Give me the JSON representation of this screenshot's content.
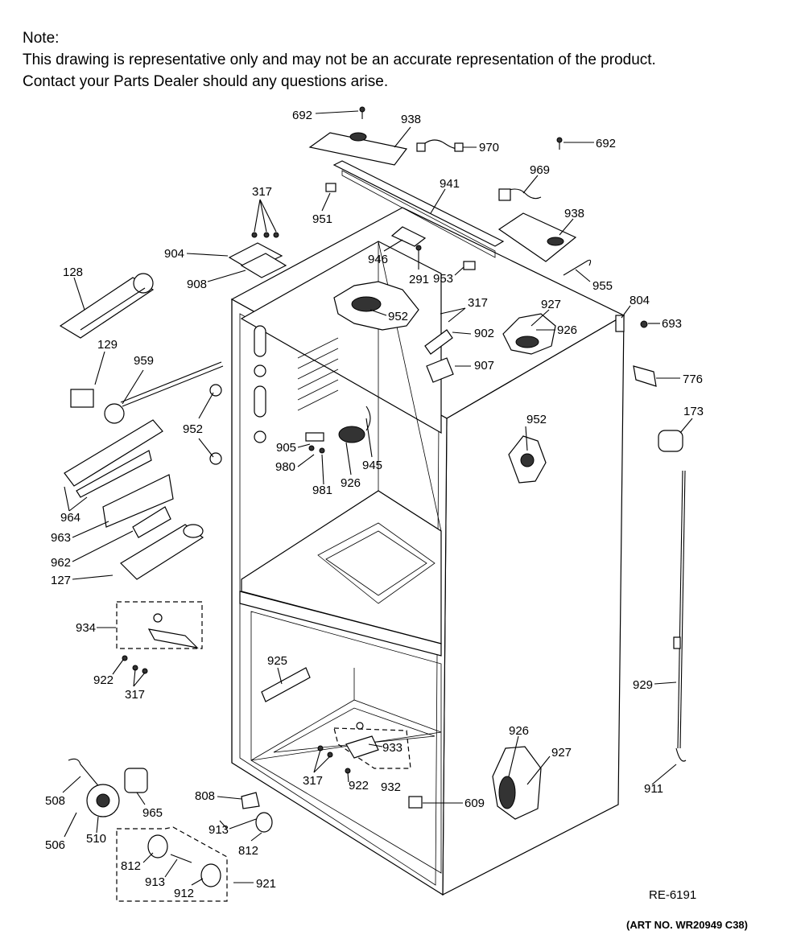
{
  "note": {
    "heading": "Note:",
    "line1": "This drawing is representative only and may not be an accurate representation of the product.",
    "line2": "Contact your Parts Dealer should any questions arise."
  },
  "callouts": {
    "c692a": "692",
    "c938a": "938",
    "c970": "970",
    "c692b": "692",
    "c969": "969",
    "c941": "941",
    "c317a": "317",
    "c951": "951",
    "c938b": "938",
    "c904": "904",
    "c946": "946",
    "c291": "291",
    "c953": "953",
    "c955": "955",
    "c908": "908",
    "c128": "128",
    "c952a": "952",
    "c317b": "317",
    "c927a": "927",
    "c804": "804",
    "c902": "902",
    "c926a": "926",
    "c693": "693",
    "c129": "129",
    "c959": "959",
    "c907": "907",
    "c776": "776",
    "c952b": "952",
    "c952c": "952",
    "c173": "173",
    "c905": "905",
    "c945": "945",
    "c980": "980",
    "c926b": "926",
    "c981": "981",
    "c964": "964",
    "c963": "963",
    "c962": "962",
    "c127": "127",
    "c934": "934",
    "c922a": "922",
    "c317c": "317",
    "c925": "925",
    "c929": "929",
    "c926c": "926",
    "c927b": "927",
    "c933": "933",
    "c317d": "317",
    "c922b": "922",
    "c932": "932",
    "c911": "911",
    "c508": "508",
    "c965": "965",
    "c808": "808",
    "c609": "609",
    "c506": "506",
    "c510": "510",
    "c913a": "913",
    "c812a": "812",
    "c812b": "812",
    "c913b": "913",
    "c912": "912",
    "c921": "921"
  },
  "reference": "RE-6191",
  "art_number": "(ART NO. WR20949 C38)"
}
